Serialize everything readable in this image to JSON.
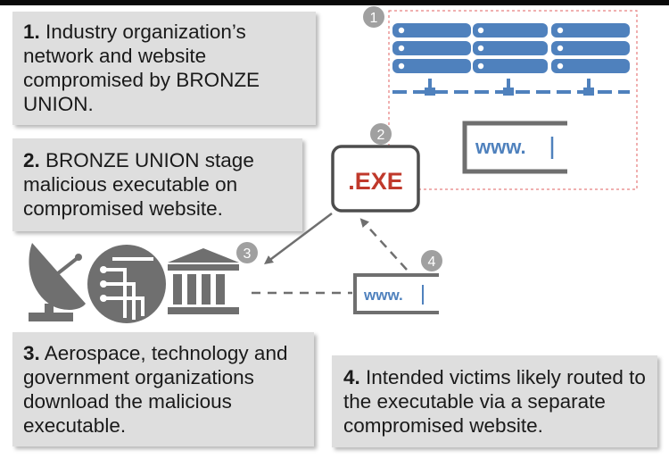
{
  "steps": [
    {
      "num": "1.",
      "text": "Industry organization’s network and website compromised by BRONZE UNION."
    },
    {
      "num": "2.",
      "text": "BRONZE UNION stage malicious executable on compromised website."
    },
    {
      "num": "3.",
      "text": "Aerospace, technology and government organizations download the malicious executable."
    },
    {
      "num": "4.",
      "text": "Intended victims likely routed to the executable via a separate compromised website."
    }
  ],
  "badges": [
    "1",
    "2",
    "3",
    "4"
  ],
  "exe_label": ".EXE",
  "www_label_large": "www.",
  "www_label_small": "www.",
  "icons": [
    "server-rack-icon",
    "network-line-icon",
    "satellite-dish-icon",
    "circuit-icon",
    "government-building-icon",
    "browser-window-icon",
    "executable-file-icon"
  ],
  "colors": {
    "server_blue": "#4f81bd",
    "exe_red": "#c0392b",
    "badge_gray": "#a0a0a0",
    "icon_gray": "#6f6f6f",
    "dashed_border": "#e06060",
    "card_bg": "#dedede"
  }
}
